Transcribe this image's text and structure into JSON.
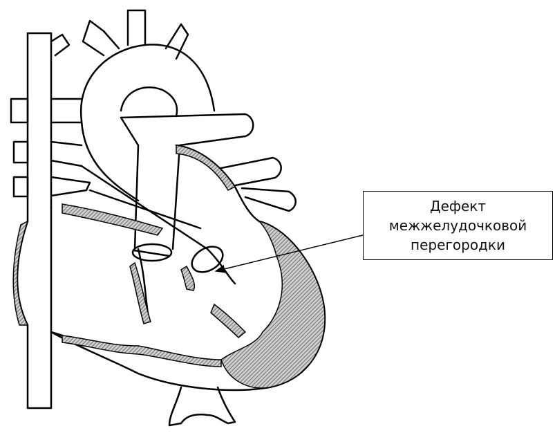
{
  "label": {
    "lines": [
      "Дефект",
      "межжелудочковой",
      "перегородки"
    ]
  },
  "colors": {
    "line": "#000000",
    "tissue": "#9a9a9a",
    "background": "#ffffff"
  }
}
